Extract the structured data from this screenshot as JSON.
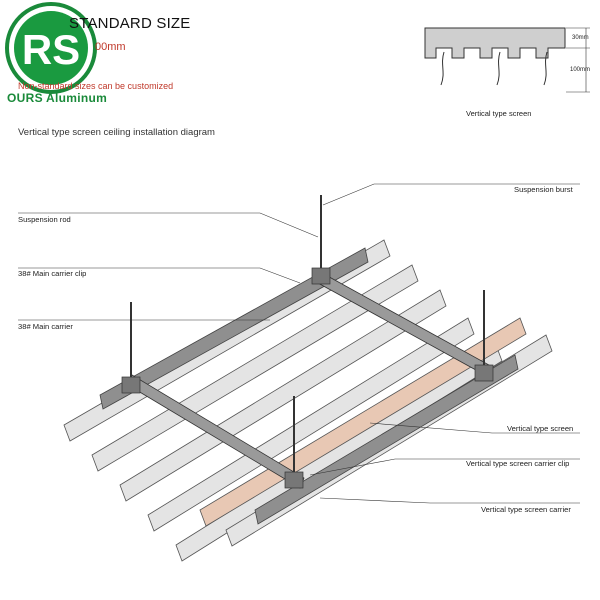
{
  "header": {
    "title": "STANDARD SIZE",
    "size": "00mm",
    "remark": "Non-standard sizes can be customized"
  },
  "brand": {
    "logo_letters": "RS",
    "name": "OURS Aluminum",
    "color": "#1a8a3a"
  },
  "profile": {
    "dim_top": "30mm",
    "dim_bottom": "100mm",
    "caption": "Vertical type screen"
  },
  "diagram": {
    "title": "Vertical type screen ceiling installation diagram",
    "labels": {
      "suspension_burst": "Suspension burst",
      "suspension_rod": "Suspension rod",
      "main_carrier_clip": "38# Main carrier clip",
      "main_carrier": "38#  Main carrier",
      "vertical_screen": "Vertical type screen",
      "carrier_clip": "Vertical type screen carrier clip",
      "screen_carrier": "Vertical type screen carrier"
    },
    "colors": {
      "panel": "#e4e4e4",
      "highlight_panel": "#e8c8b4",
      "steel": "#8a8a8a"
    }
  }
}
